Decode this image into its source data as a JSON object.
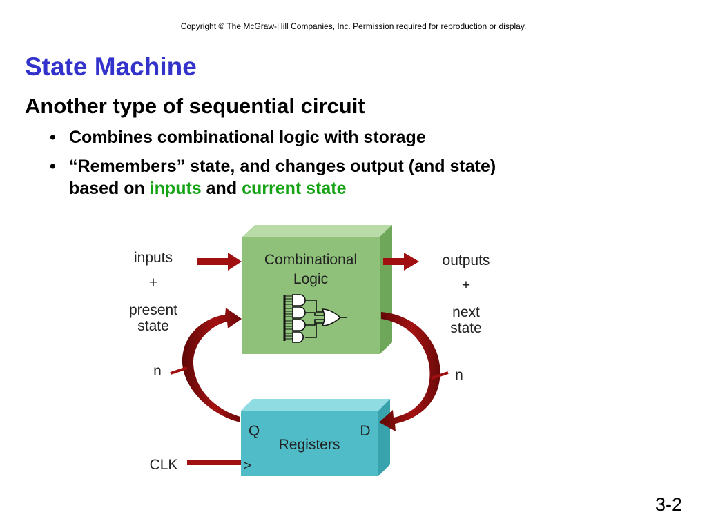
{
  "header": {
    "copyright": "Copyright © The McGraw-Hill Companies, Inc.  Permission required for reproduction or display."
  },
  "slide": {
    "title": "State Machine",
    "subtitle": "Another type of sequential circuit",
    "bullet1": "Combines combinational logic with storage",
    "bullet2_line1": "“Remembers” state, and changes output (and state)",
    "bullet2_prefix": "based on",
    "bullet2_hl1": "inputs",
    "bullet2_mid": "and",
    "bullet2_hl2": "current state",
    "bullet_symbol": "•"
  },
  "diagram": {
    "inputs_label": "inputs",
    "plus_left": "+",
    "present_label": "present",
    "state_left": "state",
    "outputs_label": "outputs",
    "plus_right": "+",
    "next_label": "next",
    "state_right": "state",
    "comb_line1": "Combinational",
    "comb_line2": "Logic",
    "registers_label": "Registers",
    "q_label": "Q",
    "d_label": "D",
    "clk_label": "CLK",
    "n_left": "n",
    "n_right": "n",
    "clk_symbol": ">",
    "colors": {
      "comb_front": "#8fc17a",
      "reg_front": "#4fbcc7",
      "arrow": "#9b0f0f"
    }
  },
  "footer": {
    "page_number": "3-2"
  }
}
